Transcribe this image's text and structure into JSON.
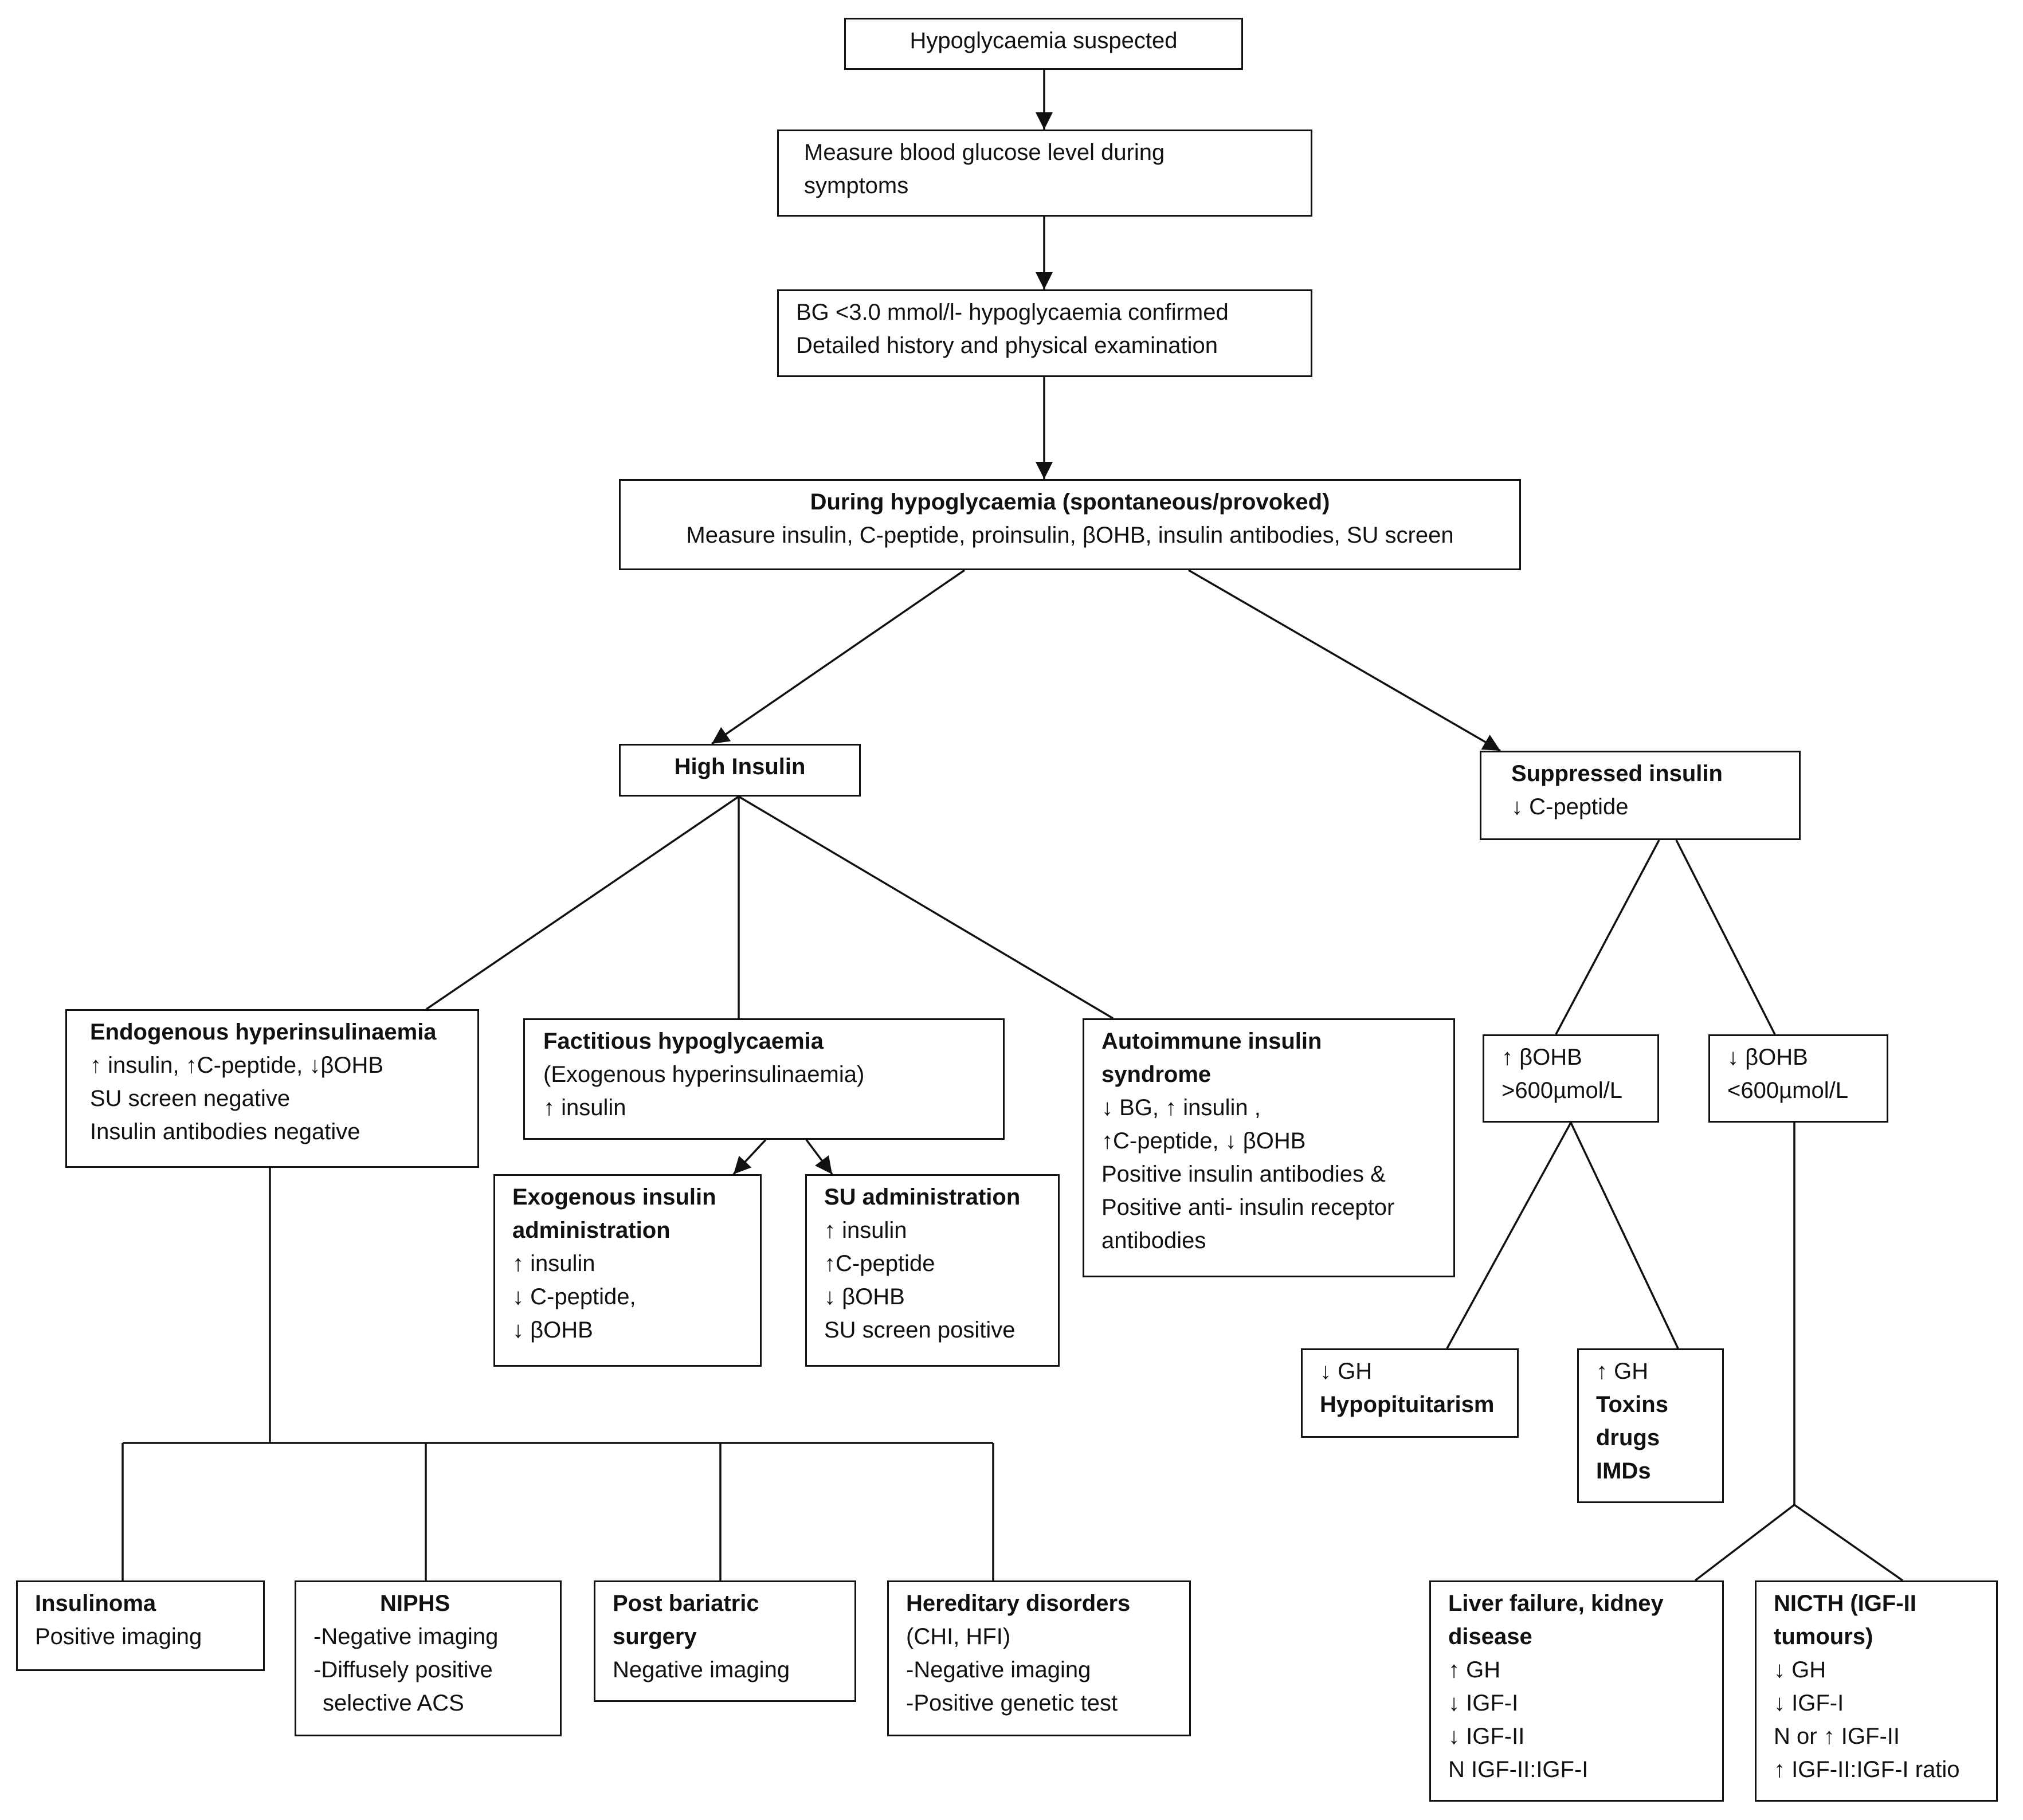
{
  "nodes": {
    "suspected": {
      "lines": [
        "Hypoglycaemia suspected"
      ]
    },
    "measure_bg": {
      "lines": [
        "Measure blood glucose level during",
        "symptoms"
      ]
    },
    "confirmed": {
      "lines": [
        "BG <3.0 mmol/l- hypoglycaemia confirmed",
        "Detailed history and physical examination"
      ]
    },
    "during": {
      "title": "During hypoglycaemia (spontaneous/provoked)",
      "lines": [
        "Measure insulin,  C-peptide,  proinsulin,  βOHB, insulin  antibodies,  SU screen"
      ]
    },
    "high_insulin": {
      "title": "High Insulin"
    },
    "suppressed": {
      "title": "Suppressed insulin",
      "lines": [
        "↓ C-peptide"
      ]
    },
    "endogenous": {
      "title": "Endogenous hyperinsulinaemia",
      "lines": [
        "↑ insulin, ↑C-peptide, ↓βOHB",
        "SU screen negative",
        "Insulin antibodies negative"
      ]
    },
    "factitious": {
      "title": "Factitious hypoglycaemia",
      "lines": [
        "(Exogenous  hyperinsulinaemia)",
        "↑ insulin"
      ]
    },
    "autoimmune": {
      "title": "Autoimmune insulin syndrome",
      "lines": [
        "↓ BG, ↑ insulin ,",
        "↑C-peptide, ↓ βOHB",
        "Positive insulin antibodies &",
        "Positive anti- insulin receptor",
        "antibodies"
      ]
    },
    "exo_admin": {
      "title": "Exogenous insulin administration",
      "lines": [
        "↑ insulin",
        "↓ C-peptide,",
        "↓ βOHB"
      ]
    },
    "su_admin": {
      "title": "SU administration",
      "lines": [
        "↑ insulin",
        "↑C-peptide",
        "↓ βOHB",
        "SU screen positive"
      ]
    },
    "bohb_high": {
      "lines": [
        "↑ βOHB",
        ">600µmol/L"
      ]
    },
    "bohb_low": {
      "lines": [
        "↓ βOHB",
        "<600µmol/L"
      ]
    },
    "gh_low": {
      "lines": [
        "↓ GH"
      ],
      "title": "Hypopituitarism"
    },
    "gh_high": {
      "lines": [
        "↑ GH"
      ],
      "title": "Toxins drugs IMDs"
    },
    "insulinoma": {
      "title": "Insulinoma",
      "lines": [
        "Positive imaging"
      ]
    },
    "niphs": {
      "title": "NIPHS",
      "lines": [
        "-Negative imaging",
        "-Diffusely positive",
        "selective ACS"
      ]
    },
    "bariatric": {
      "title": "Post bariatric surgery",
      "lines": [
        "Negative imaging"
      ]
    },
    "hereditary": {
      "title": "Hereditary disorders",
      "lines": [
        "(CHI, HFI)",
        "-Negative imaging",
        "-Positive genetic test"
      ]
    },
    "liver": {
      "title": "Liver failure, kidney disease",
      "lines": [
        "↑ GH",
        "↓ IGF-I",
        "↓ IGF-II",
        "N IGF-II:IGF-I"
      ]
    },
    "nicth": {
      "title": "NICTH (IGF-II tumours)",
      "lines": [
        "↓ GH",
        "↓ IGF-I",
        "N or ↑ IGF-II",
        "↑ IGF-II:IGF-I ratio"
      ]
    }
  }
}
